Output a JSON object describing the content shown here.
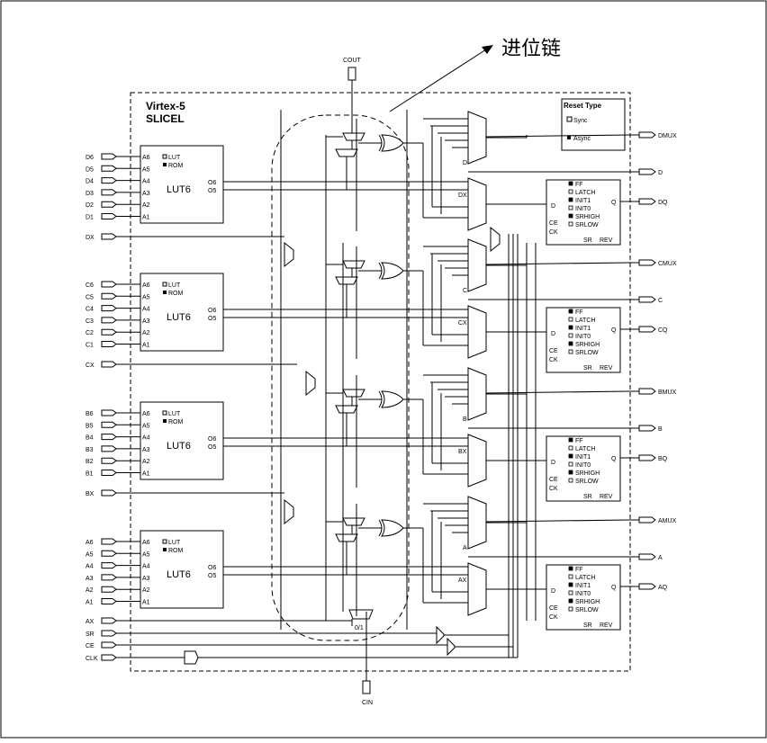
{
  "annotation": {
    "label": "进位链"
  },
  "slice": {
    "title_line1": "Virtex-5",
    "title_line2": "SLICEL"
  },
  "reset_type": {
    "title": "Reset Type",
    "opt_sync": "Sync",
    "opt_async": "Async"
  },
  "carry": {
    "cout": "COUT",
    "cin": "CIN",
    "mux_label": "0/1"
  },
  "lut_block": {
    "name": "LUT6",
    "pins": [
      "A6",
      "A5",
      "A4",
      "A3",
      "A2",
      "A1"
    ],
    "mode_lut": "LUT",
    "mode_rom": "ROM",
    "outputs": [
      "O6",
      "O5"
    ]
  },
  "ff_block": {
    "options": [
      "FF",
      "LATCH",
      "INIT1",
      "INIT0",
      "SRHIGH",
      "SRLOW"
    ],
    "pin_d": "D",
    "pin_ce": "CE",
    "pin_ck": "CK",
    "pin_q": "Q",
    "pin_sr": "SR",
    "pin_rev": "REV"
  },
  "rows": [
    {
      "inputs": [
        "D6",
        "D5",
        "D4",
        "D3",
        "D2",
        "D1"
      ],
      "bypass": "DX",
      "mux_sel": "D",
      "bx_label": "DX",
      "out_mux": "DMUX",
      "out": "D",
      "out_q": "DQ"
    },
    {
      "inputs": [
        "C6",
        "C5",
        "C4",
        "C3",
        "C2",
        "C1"
      ],
      "bypass": "CX",
      "mux_sel": "C",
      "bx_label": "CX",
      "out_mux": "CMUX",
      "out": "C",
      "out_q": "CQ"
    },
    {
      "inputs": [
        "B6",
        "B5",
        "B4",
        "B3",
        "B2",
        "B1"
      ],
      "bypass": "BX",
      "mux_sel": "B",
      "bx_label": "BX",
      "out_mux": "BMUX",
      "out": "B",
      "out_q": "BQ"
    },
    {
      "inputs": [
        "A6",
        "A5",
        "A4",
        "A3",
        "A2",
        "A1"
      ],
      "bypass": "AX",
      "mux_sel": "A",
      "bx_label": "AX",
      "out_mux": "AMUX",
      "out": "A",
      "out_q": "AQ"
    }
  ],
  "control_inputs": [
    "AX",
    "SR",
    "CE",
    "CLK"
  ]
}
